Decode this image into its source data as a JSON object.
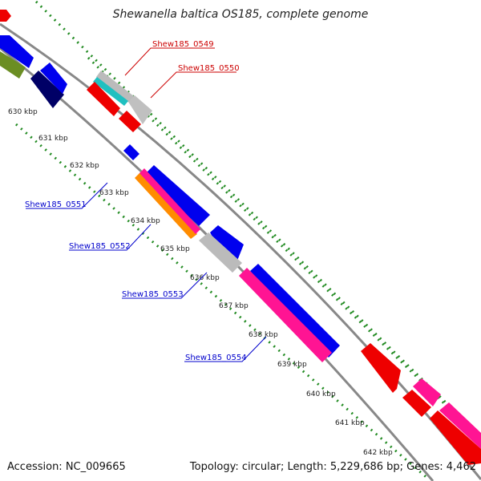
{
  "title": "Shewanella baltica OS185, complete genome",
  "accession": "Accession: NC_009665",
  "topology": "Topology: circular; Length: 5,229,686 bp; Genes: 4,462",
  "ticks": [
    "630 kbp",
    "631 kbp",
    "632 kbp",
    "633 kbp",
    "634 kbp",
    "635 kbp",
    "636 kbp",
    "637 kbp",
    "638 kbp",
    "639 kbp",
    "640 kbp",
    "641 kbp",
    "642 kbp"
  ],
  "gene_labels": {
    "g0549": "Shew185_0549",
    "g0550": "Shew185_0550",
    "g0551": "Shew185_0551",
    "g0552": "Shew185_0552",
    "g0553": "Shew185_0553",
    "g0554": "Shew185_0554"
  },
  "colors": {
    "backbone": "#888888",
    "tick_dots": "#228B22",
    "forward_label": "#cc0000",
    "reverse_label": "#0000cc",
    "blue_gene": "#0000ee",
    "red_gene": "#ee0000",
    "pink_gene": "#ff1493",
    "grey_gene": "#bbbbbb",
    "navy_gene": "#000066",
    "olive_gene": "#6b8e23",
    "cyan_gene": "#20c0c0",
    "orange_gene": "#ff8c00"
  }
}
